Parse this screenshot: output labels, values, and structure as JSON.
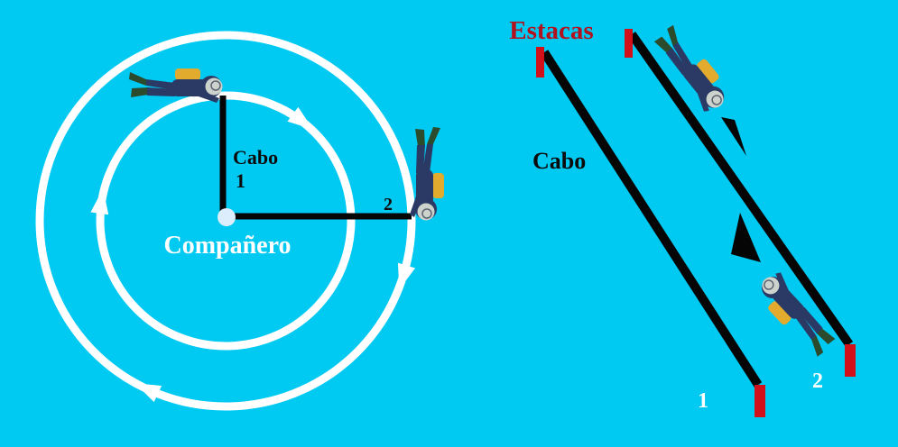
{
  "colors": {
    "background": "#00c9f2",
    "rope-black": "#050505",
    "circle-white": "#ffffff",
    "center-dot": "#dceefb",
    "stake-red": "#d21019",
    "estacas-red": "#b2121e",
    "text-white": "#ffffff",
    "text-black": "#0b0b0b",
    "wetsuit-navy": "#2b3a64",
    "tank-yellow": "#e3ab2e",
    "fin-green": "#2c4a2c",
    "face-gray": "#ccd3cc"
  },
  "left_diagram": {
    "type": "circular-search-pattern",
    "labels": {
      "center": "Compañero",
      "rope_word": "Cabo",
      "rope_number": "1",
      "outer_pass_number": "2"
    }
  },
  "right_diagram": {
    "type": "parallel-rope-search-pattern",
    "labels": {
      "stakes": "Estacas",
      "rope_word": "Cabo",
      "rope1_number": "1",
      "rope2_number": "2"
    }
  }
}
